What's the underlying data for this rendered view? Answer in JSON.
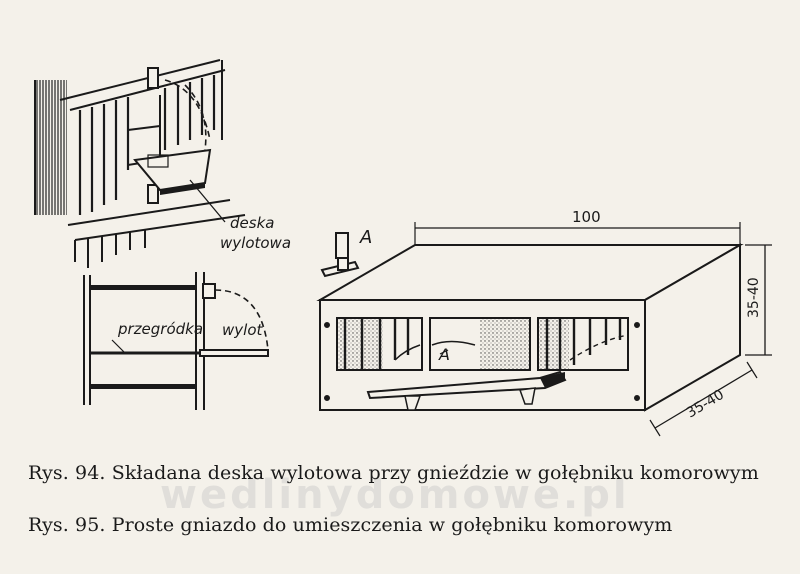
{
  "figure94": {
    "label_board": "deska",
    "label_board2": "wylotowa",
    "label_partition": "przegródka",
    "label_exit": "wylot"
  },
  "figure95": {
    "label_A1": "A",
    "label_A2": "A",
    "dim_length": "100",
    "dim_height": "35-40",
    "dim_depth": "35-40"
  },
  "captions": {
    "c94_prefix": "Rys. 94.",
    "c94_text": "Składana deska wylotowa przy gnieździe w gołębniku komorowym",
    "c95_prefix": "Rys. 95.",
    "c95_text": "Proste gniazdo do umieszczenia w gołębniku komorowym"
  },
  "watermark": "wedlinydomowe.pl",
  "colors": {
    "paper": "#f4f1ea",
    "ink": "#1a1a1a"
  }
}
